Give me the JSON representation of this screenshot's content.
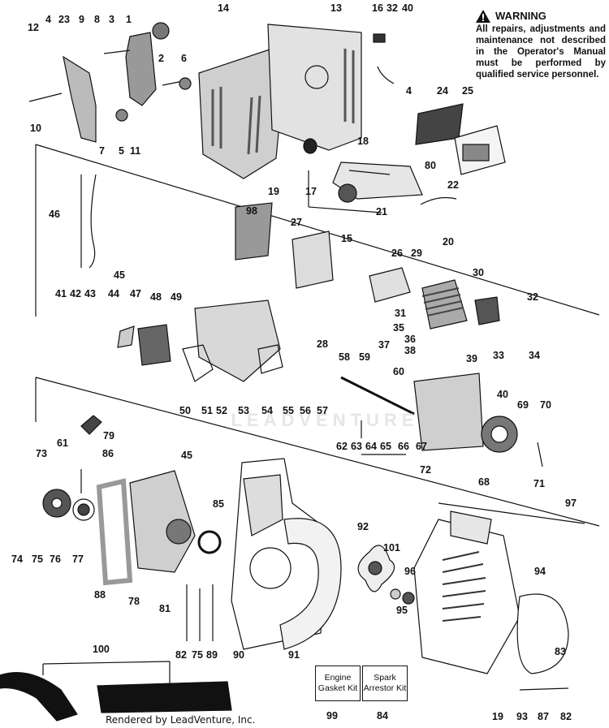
{
  "warning": {
    "title": "WARNING",
    "text": "All repairs, adjustments and maintenance not described in the Operator's Manual must be performed by qualified service personnel."
  },
  "kits": {
    "engine_gasket": "Engine Gasket Kit",
    "spark_arrestor": "Spark Arrestor Kit"
  },
  "credit": "Rendered by LeadVenture, Inc.",
  "watermark": "LEADVENTURE",
  "part_numbers": [
    "1",
    "2",
    "3",
    "4",
    "5",
    "6",
    "7",
    "8",
    "9",
    "10",
    "11",
    "12",
    "13",
    "14",
    "15",
    "16",
    "17",
    "18",
    "19",
    "20",
    "21",
    "22",
    "23",
    "24",
    "25",
    "26",
    "27",
    "28",
    "29",
    "30",
    "31",
    "32",
    "33",
    "34",
    "35",
    "36",
    "37",
    "38",
    "39",
    "40",
    "41",
    "42",
    "43",
    "44",
    "45",
    "46",
    "47",
    "48",
    "49",
    "50",
    "51",
    "52",
    "53",
    "54",
    "55",
    "56",
    "57",
    "58",
    "59",
    "60",
    "61",
    "62",
    "63",
    "64",
    "65",
    "66",
    "67",
    "68",
    "69",
    "70",
    "71",
    "72",
    "73",
    "74",
    "75",
    "76",
    "77",
    "78",
    "79",
    "80",
    "81",
    "82",
    "83",
    "84",
    "85",
    "86",
    "87",
    "88",
    "89",
    "90",
    "91",
    "92",
    "93",
    "94",
    "95",
    "96",
    "97",
    "98",
    "99",
    "100",
    "101"
  ]
}
